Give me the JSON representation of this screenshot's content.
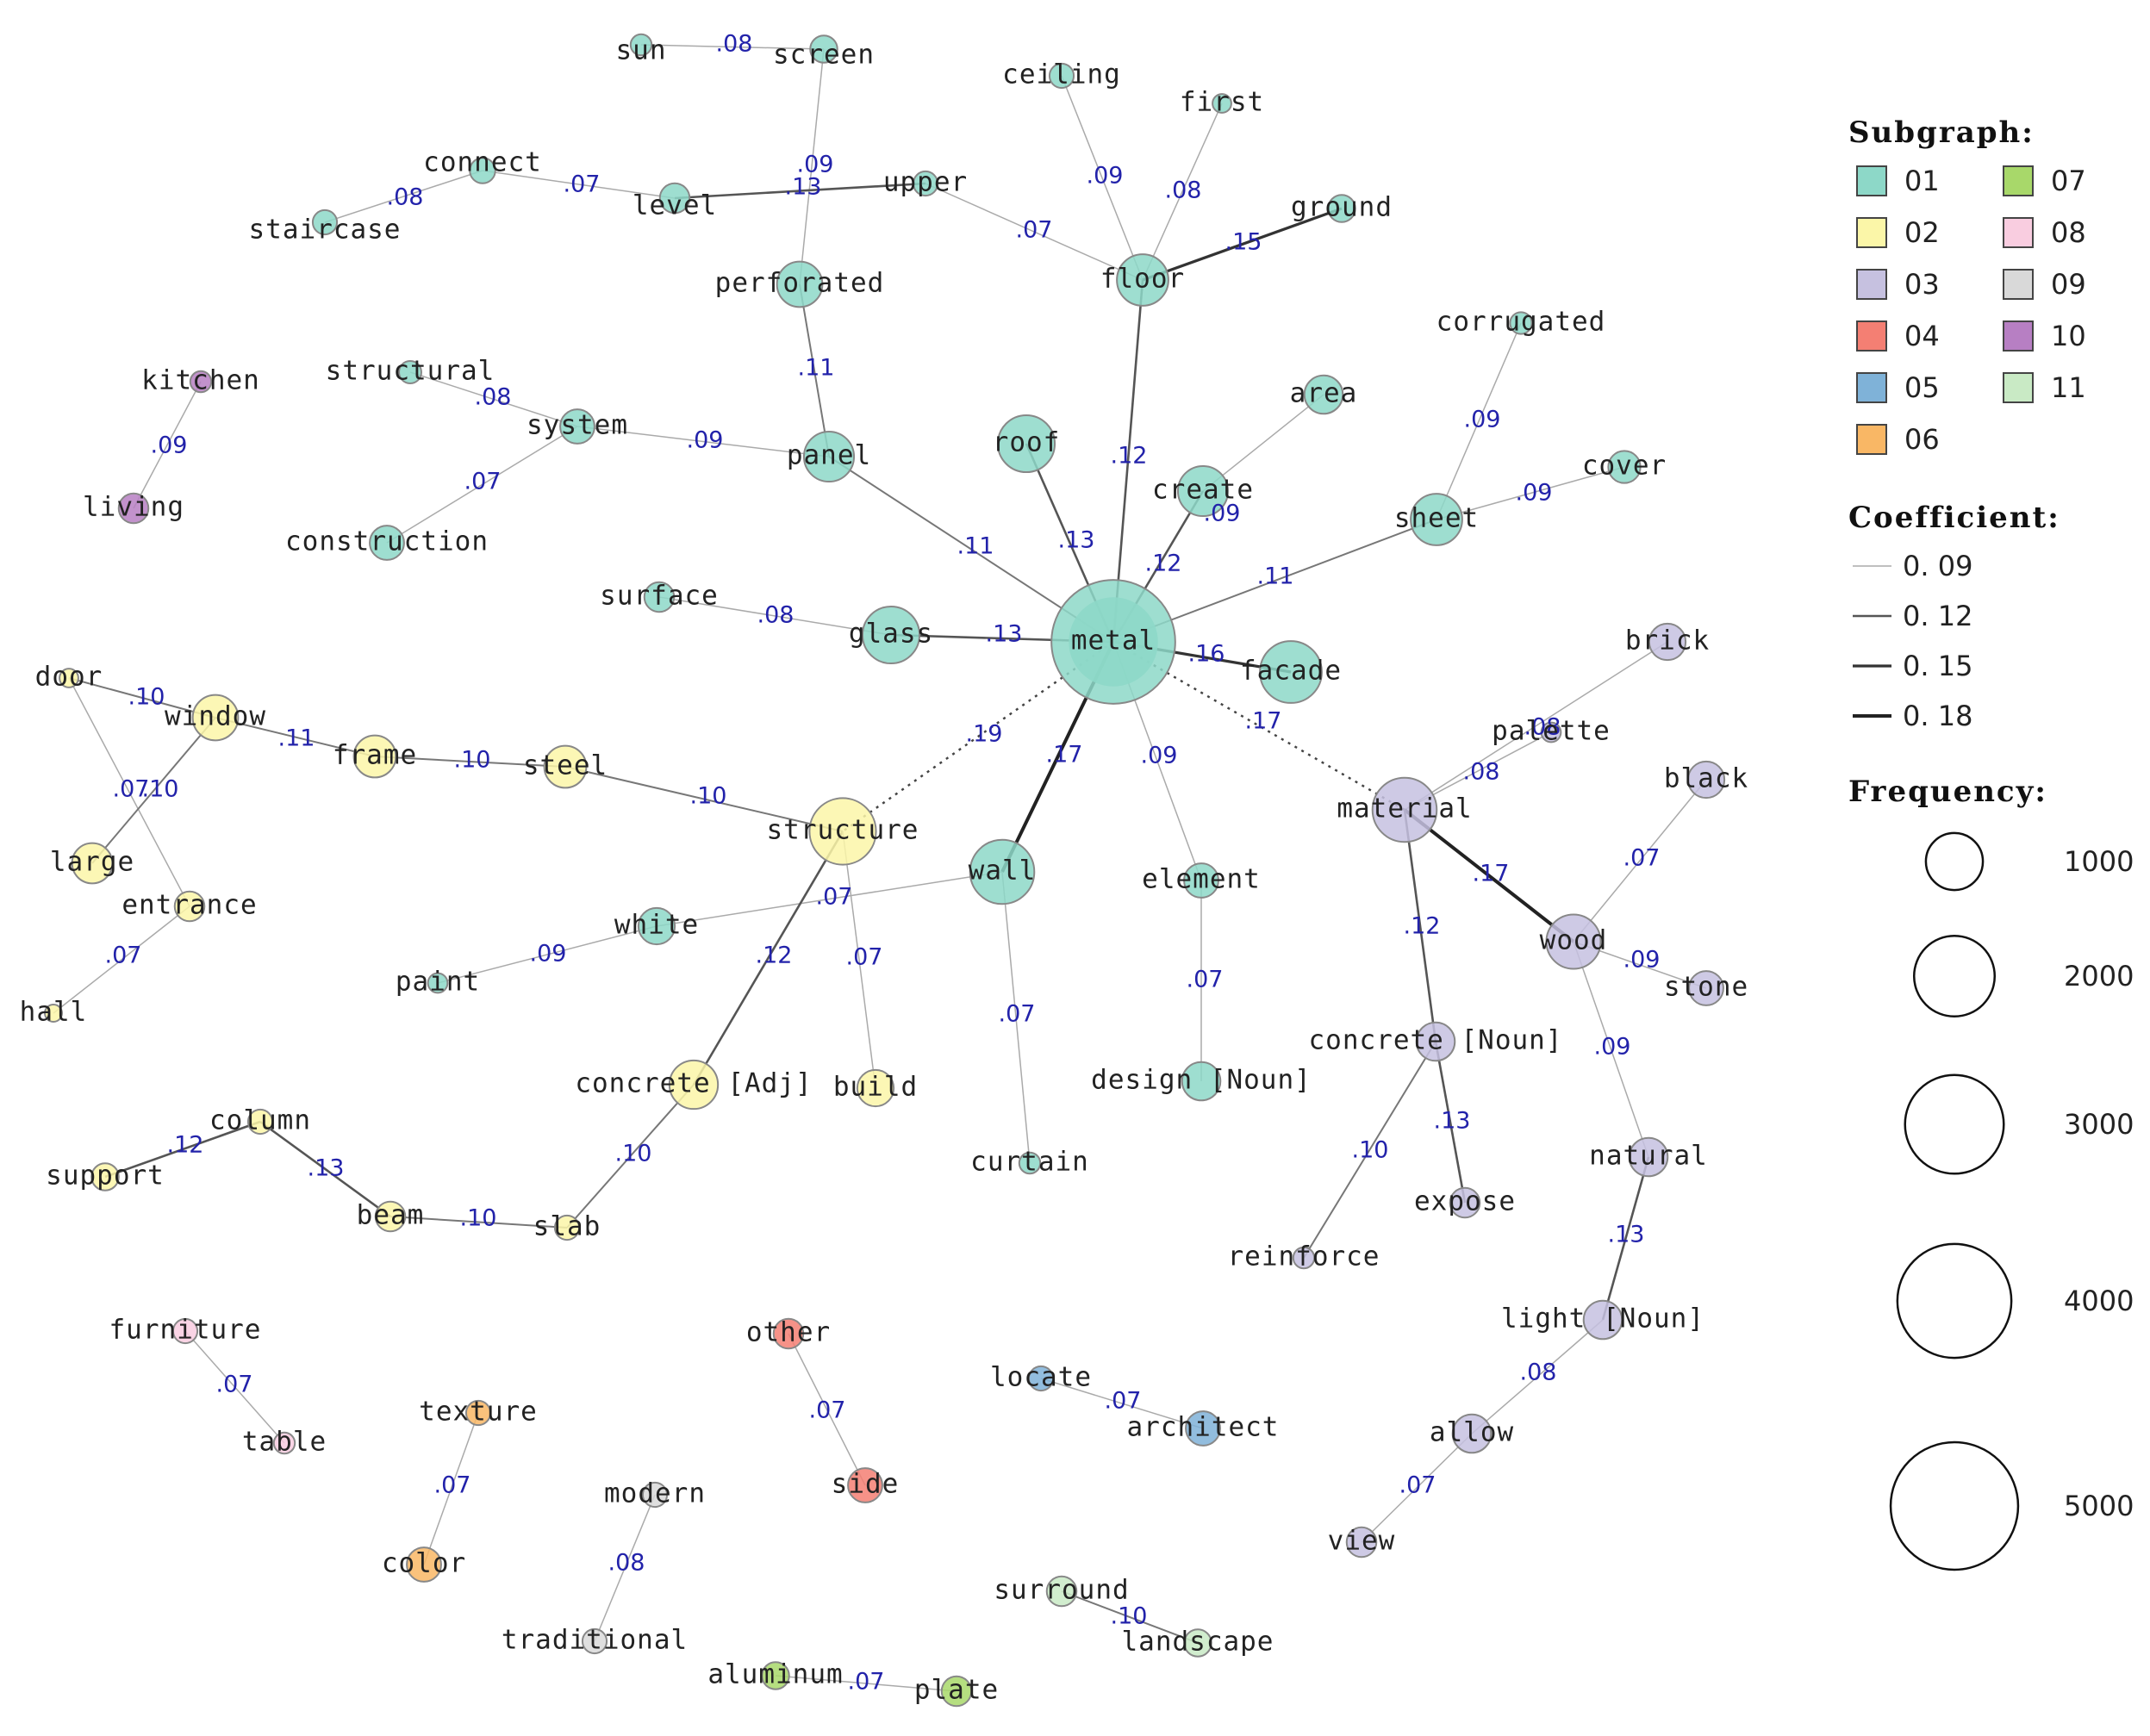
{
  "legend": {
    "subgraph_title": "Subgraph:",
    "coefficient_title": "Coefficient:",
    "frequency_title": "Frequency:",
    "subgraphs": [
      {
        "id": "01",
        "color": "#8dd8c8"
      },
      {
        "id": "02",
        "color": "#fbf6a8"
      },
      {
        "id": "03",
        "color": "#c6c1e0"
      },
      {
        "id": "04",
        "color": "#f47f73"
      },
      {
        "id": "05",
        "color": "#7fb2d8"
      },
      {
        "id": "06",
        "color": "#f9b765"
      },
      {
        "id": "07",
        "color": "#a8d86a"
      },
      {
        "id": "08",
        "color": "#f9cde0"
      },
      {
        "id": "09",
        "color": "#d9d9d9"
      },
      {
        "id": "10",
        "color": "#b77fc3"
      },
      {
        "id": "11",
        "color": "#c9eac5"
      }
    ],
    "coefficients": [
      {
        "label": "0. 09",
        "value": 0.09
      },
      {
        "label": "0. 12",
        "value": 0.12
      },
      {
        "label": "0. 15",
        "value": 0.15
      },
      {
        "label": "0. 18",
        "value": 0.18
      }
    ],
    "frequencies": [
      {
        "label": "1000",
        "value": 1000
      },
      {
        "label": "2000",
        "value": 2000
      },
      {
        "label": "3000",
        "value": 3000
      },
      {
        "label": "4000",
        "value": 4000
      },
      {
        "label": "5000",
        "value": 5000
      }
    ]
  },
  "nodes": [
    {
      "id": "metal",
      "label": "metal",
      "group": "01",
      "freq": 5200
    },
    {
      "id": "floor",
      "label": "floor",
      "group": "01",
      "freq": 900
    },
    {
      "id": "ceiling",
      "label": "ceiling",
      "group": "01",
      "freq": 200
    },
    {
      "id": "first",
      "label": "first",
      "group": "01",
      "freq": 120
    },
    {
      "id": "ground",
      "label": "ground",
      "group": "01",
      "freq": 250
    },
    {
      "id": "upper",
      "label": "upper",
      "group": "01",
      "freq": 200
    },
    {
      "id": "level",
      "label": "level",
      "group": "01",
      "freq": 300
    },
    {
      "id": "screen",
      "label": "screen",
      "group": "01",
      "freq": 250
    },
    {
      "id": "sun",
      "label": "sun",
      "group": "01",
      "freq": 150
    },
    {
      "id": "connect",
      "label": "connect",
      "group": "01",
      "freq": 220
    },
    {
      "id": "staircase",
      "label": "staircase",
      "group": "01",
      "freq": 200
    },
    {
      "id": "perforated",
      "label": "perforated",
      "group": "01",
      "freq": 700
    },
    {
      "id": "panel",
      "label": "panel",
      "group": "01",
      "freq": 850
    },
    {
      "id": "system",
      "label": "system",
      "group": "01",
      "freq": 400
    },
    {
      "id": "structural",
      "label": "structural",
      "group": "01",
      "freq": 170
    },
    {
      "id": "construction",
      "label": "construction",
      "group": "01",
      "freq": 400
    },
    {
      "id": "roof",
      "label": "roof",
      "group": "01",
      "freq": 1100
    },
    {
      "id": "area",
      "label": "area",
      "group": "01",
      "freq": 500
    },
    {
      "id": "create",
      "label": "create",
      "group": "01",
      "freq": 850
    },
    {
      "id": "sheet",
      "label": "sheet",
      "group": "01",
      "freq": 900
    },
    {
      "id": "corrugated",
      "label": "corrugated",
      "group": "01",
      "freq": 160
    },
    {
      "id": "cover",
      "label": "cover",
      "group": "01",
      "freq": 350
    },
    {
      "id": "facade",
      "label": "facade",
      "group": "01",
      "freq": 1300
    },
    {
      "id": "surface",
      "label": "surface",
      "group": "01",
      "freq": 300
    },
    {
      "id": "glass",
      "label": "glass",
      "group": "01",
      "freq": 1100
    },
    {
      "id": "wall",
      "label": "wall",
      "group": "01",
      "freq": 1400
    },
    {
      "id": "element",
      "label": "element",
      "group": "01",
      "freq": 400
    },
    {
      "id": "design",
      "label": "design [Noun]",
      "group": "01",
      "freq": 500
    },
    {
      "id": "curtain",
      "label": "curtain",
      "group": "01",
      "freq": 150
    },
    {
      "id": "white",
      "label": "white",
      "group": "01",
      "freq": 450
    },
    {
      "id": "paint",
      "label": "paint",
      "group": "01",
      "freq": 130
    },
    {
      "id": "door",
      "label": "door",
      "group": "02",
      "freq": 120
    },
    {
      "id": "window",
      "label": "window",
      "group": "02",
      "freq": 700
    },
    {
      "id": "frame",
      "label": "frame",
      "group": "02",
      "freq": 600
    },
    {
      "id": "steel",
      "label": "steel",
      "group": "02",
      "freq": 600
    },
    {
      "id": "large",
      "label": "large",
      "group": "02",
      "freq": 550
    },
    {
      "id": "entrance",
      "label": "entrance",
      "group": "02",
      "freq": 300
    },
    {
      "id": "hall",
      "label": "hall",
      "group": "02",
      "freq": 100
    },
    {
      "id": "structure",
      "label": "structure",
      "group": "02",
      "freq": 1500
    },
    {
      "id": "concrete_adj",
      "label": "concrete [Adj]",
      "group": "02",
      "freq": 800
    },
    {
      "id": "build",
      "label": "build",
      "group": "02",
      "freq": 450
    },
    {
      "id": "column",
      "label": "column",
      "group": "02",
      "freq": 200
    },
    {
      "id": "support",
      "label": "support",
      "group": "02",
      "freq": 250
    },
    {
      "id": "beam",
      "label": "beam",
      "group": "02",
      "freq": 300
    },
    {
      "id": "slab",
      "label": "slab",
      "group": "02",
      "freq": 200
    },
    {
      "id": "material",
      "label": "material",
      "group": "03",
      "freq": 1400
    },
    {
      "id": "brick",
      "label": "brick",
      "group": "03",
      "freq": 450
    },
    {
      "id": "palette",
      "label": "palette",
      "group": "03",
      "freq": 130
    },
    {
      "id": "black",
      "label": "black",
      "group": "03",
      "freq": 450
    },
    {
      "id": "wood",
      "label": "wood",
      "group": "03",
      "freq": 1000
    },
    {
      "id": "stone",
      "label": "stone",
      "group": "03",
      "freq": 400
    },
    {
      "id": "concrete_noun",
      "label": "concrete [Noun]",
      "group": "03",
      "freq": 500
    },
    {
      "id": "expose",
      "label": "expose",
      "group": "03",
      "freq": 300
    },
    {
      "id": "reinforce",
      "label": "reinforce",
      "group": "03",
      "freq": 150
    },
    {
      "id": "natural",
      "label": "natural",
      "group": "03",
      "freq": 500
    },
    {
      "id": "light",
      "label": "light [Noun]",
      "group": "03",
      "freq": 500
    },
    {
      "id": "allow",
      "label": "allow",
      "group": "03",
      "freq": 500
    },
    {
      "id": "view",
      "label": "view",
      "group": "03",
      "freq": 300
    },
    {
      "id": "other",
      "label": "other",
      "group": "04",
      "freq": 300
    },
    {
      "id": "side",
      "label": "side",
      "group": "04",
      "freq": 400
    },
    {
      "id": "locate",
      "label": "locate",
      "group": "05",
      "freq": 200
    },
    {
      "id": "architect",
      "label": "architect",
      "group": "05",
      "freq": 400
    },
    {
      "id": "texture",
      "label": "texture",
      "group": "06",
      "freq": 200
    },
    {
      "id": "color",
      "label": "color",
      "group": "06",
      "freq": 400
    },
    {
      "id": "aluminum",
      "label": "aluminum",
      "group": "07",
      "freq": 250
    },
    {
      "id": "plate",
      "label": "plate",
      "group": "07",
      "freq": 300
    },
    {
      "id": "furniture",
      "label": "furniture",
      "group": "08",
      "freq": 200
    },
    {
      "id": "table",
      "label": "table",
      "group": "08",
      "freq": 150
    },
    {
      "id": "modern",
      "label": "modern",
      "group": "09",
      "freq": 200
    },
    {
      "id": "traditional",
      "label": "traditional",
      "group": "09",
      "freq": 200
    },
    {
      "id": "kitchen",
      "label": "kitchen",
      "group": "10",
      "freq": 150
    },
    {
      "id": "living",
      "label": "living",
      "group": "10",
      "freq": 300
    },
    {
      "id": "surround",
      "label": "surround",
      "group": "11",
      "freq": 300
    },
    {
      "id": "landscape",
      "label": "landscape",
      "group": "11",
      "freq": 250
    }
  ],
  "edges": [
    {
      "source": "sun",
      "target": "screen",
      "label": ".08",
      "coef": 0.08
    },
    {
      "source": "screen",
      "target": "perforated",
      "label": ".09",
      "coef": 0.09
    },
    {
      "source": "level",
      "target": "upper",
      "label": ".13",
      "coef": 0.13
    },
    {
      "source": "connect",
      "target": "level",
      "label": ".07",
      "coef": 0.07
    },
    {
      "source": "staircase",
      "target": "connect",
      "label": ".08",
      "coef": 0.08
    },
    {
      "source": "upper",
      "target": "floor",
      "label": ".07",
      "coef": 0.07
    },
    {
      "source": "ceiling",
      "target": "floor",
      "label": ".09",
      "coef": 0.09
    },
    {
      "source": "first",
      "target": "floor",
      "label": ".08",
      "coef": 0.08
    },
    {
      "source": "floor",
      "target": "ground",
      "label": ".15",
      "coef": 0.15
    },
    {
      "source": "floor",
      "target": "metal",
      "label": ".12",
      "coef": 0.12
    },
    {
      "source": "perforated",
      "target": "panel",
      "label": ".11",
      "coef": 0.11
    },
    {
      "source": "panel",
      "target": "metal",
      "label": ".11",
      "coef": 0.11
    },
    {
      "source": "system",
      "target": "panel",
      "label": ".09",
      "coef": 0.09
    },
    {
      "source": "structural",
      "target": "system",
      "label": ".08",
      "coef": 0.08
    },
    {
      "source": "construction",
      "target": "system",
      "label": ".07",
      "coef": 0.07
    },
    {
      "source": "roof",
      "target": "metal",
      "label": ".13",
      "coef": 0.13
    },
    {
      "source": "create",
      "target": "metal",
      "label": ".12",
      "coef": 0.12
    },
    {
      "source": "area",
      "target": "create",
      "label": ".09",
      "coef": 0.09
    },
    {
      "source": "sheet",
      "target": "metal",
      "label": ".11",
      "coef": 0.11
    },
    {
      "source": "corrugated",
      "target": "sheet",
      "label": ".09",
      "coef": 0.09
    },
    {
      "source": "sheet",
      "target": "cover",
      "label": ".09",
      "coef": 0.09
    },
    {
      "source": "metal",
      "target": "facade",
      "label": ".16",
      "coef": 0.16
    },
    {
      "source": "surface",
      "target": "glass",
      "label": ".08",
      "coef": 0.08
    },
    {
      "source": "glass",
      "target": "metal",
      "label": ".13",
      "coef": 0.13
    },
    {
      "source": "metal",
      "target": "wall",
      "label": ".17",
      "coef": 0.17
    },
    {
      "source": "metal",
      "target": "element",
      "label": ".09",
      "coef": 0.09
    },
    {
      "source": "element",
      "target": "design",
      "label": ".07",
      "coef": 0.07
    },
    {
      "source": "wall",
      "target": "curtain",
      "label": ".07",
      "coef": 0.07
    },
    {
      "source": "metal",
      "target": "structure",
      "label": ".19",
      "coef": 0.19,
      "dotted": true
    },
    {
      "source": "metal",
      "target": "material",
      "label": ".17",
      "coef": 0.17,
      "dotted": true
    },
    {
      "source": "white",
      "target": "wall",
      "label": ".07",
      "coef": 0.07
    },
    {
      "source": "paint",
      "target": "white",
      "label": ".09",
      "coef": 0.09
    },
    {
      "source": "door",
      "target": "window",
      "label": ".10",
      "coef": 0.1
    },
    {
      "source": "window",
      "target": "frame",
      "label": ".11",
      "coef": 0.11
    },
    {
      "source": "frame",
      "target": "steel",
      "label": ".10",
      "coef": 0.1
    },
    {
      "source": "steel",
      "target": "structure",
      "label": ".10",
      "coef": 0.1
    },
    {
      "source": "door",
      "target": "entrance",
      "label": ".07",
      "coef": 0.07
    },
    {
      "source": "window",
      "target": "large",
      "label": ".10",
      "coef": 0.1
    },
    {
      "source": "entrance",
      "target": "hall",
      "label": ".07",
      "coef": 0.07
    },
    {
      "source": "structure",
      "target": "concrete_adj",
      "label": ".12",
      "coef": 0.12
    },
    {
      "source": "structure",
      "target": "build",
      "label": ".07",
      "coef": 0.07
    },
    {
      "source": "concrete_adj",
      "target": "slab",
      "label": ".10",
      "coef": 0.1
    },
    {
      "source": "support",
      "target": "column",
      "label": ".12",
      "coef": 0.12
    },
    {
      "source": "column",
      "target": "beam",
      "label": ".13",
      "coef": 0.13
    },
    {
      "source": "beam",
      "target": "slab",
      "label": ".10",
      "coef": 0.1
    },
    {
      "source": "brick",
      "target": "material",
      "label": ".08",
      "coef": 0.08
    },
    {
      "source": "palette",
      "target": "material",
      "label": ".08",
      "coef": 0.08
    },
    {
      "source": "material",
      "target": "wood",
      "label": ".17",
      "coef": 0.17
    },
    {
      "source": "black",
      "target": "wood",
      "label": ".07",
      "coef": 0.07
    },
    {
      "source": "wood",
      "target": "stone",
      "label": ".09",
      "coef": 0.09
    },
    {
      "source": "material",
      "target": "concrete_noun",
      "label": ".12",
      "coef": 0.12
    },
    {
      "source": "concrete_noun",
      "target": "expose",
      "label": ".13",
      "coef": 0.13
    },
    {
      "source": "concrete_noun",
      "target": "reinforce",
      "label": ".10",
      "coef": 0.1
    },
    {
      "source": "wood",
      "target": "natural",
      "label": ".09",
      "coef": 0.09
    },
    {
      "source": "natural",
      "target": "light",
      "label": ".13",
      "coef": 0.13
    },
    {
      "source": "light",
      "target": "allow",
      "label": ".08",
      "coef": 0.08
    },
    {
      "source": "allow",
      "target": "view",
      "label": ".07",
      "coef": 0.07
    },
    {
      "source": "kitchen",
      "target": "living",
      "label": ".09",
      "coef": 0.09
    },
    {
      "source": "furniture",
      "target": "table",
      "label": ".07",
      "coef": 0.07
    },
    {
      "source": "texture",
      "target": "color",
      "label": ".07",
      "coef": 0.07
    },
    {
      "source": "modern",
      "target": "traditional",
      "label": ".08",
      "coef": 0.08
    },
    {
      "source": "other",
      "target": "side",
      "label": ".07",
      "coef": 0.07
    },
    {
      "source": "locate",
      "target": "architect",
      "label": ".07",
      "coef": 0.07
    },
    {
      "source": "surround",
      "target": "landscape",
      "label": ".10",
      "coef": 0.1
    },
    {
      "source": "aluminum",
      "target": "plate",
      "label": ".07",
      "coef": 0.07
    }
  ]
}
